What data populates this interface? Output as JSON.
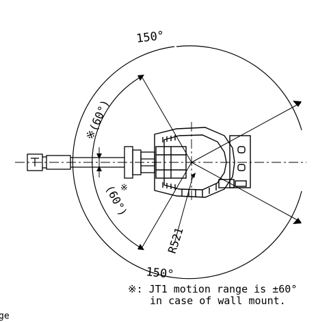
{
  "diagram": {
    "upper_angle": "150°",
    "lower_angle": "150°",
    "upper_wall_angle": "※(60°)",
    "lower_wall_angle": "(60°)",
    "lower_wall_mark": "※",
    "radius": "R521",
    "note_line1": "※: JT1 motion range is ±60°",
    "note_line2": "in case of wall mount.",
    "partial_text": "ge"
  },
  "colors": {
    "line": "#000000",
    "background": "#ffffff"
  }
}
